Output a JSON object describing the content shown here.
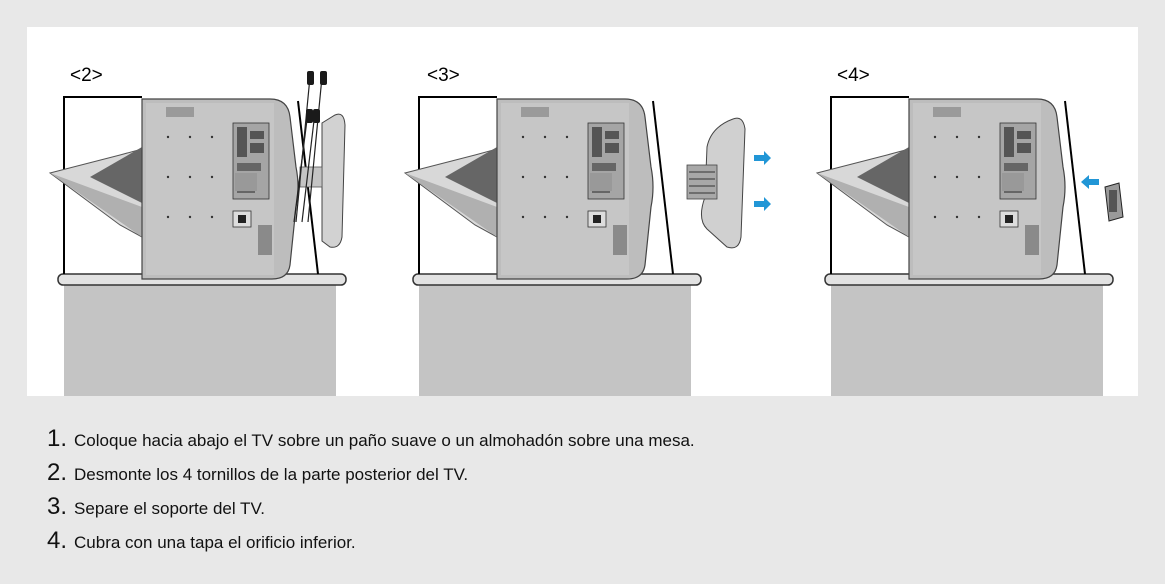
{
  "figure": {
    "panels": [
      {
        "label": "<2>",
        "action": "remove-screws"
      },
      {
        "label": "<3>",
        "action": "separate-stand"
      },
      {
        "label": "<4>",
        "action": "attach-cover"
      }
    ],
    "colors": {
      "page_background": "#e8e8e8",
      "panel_background": "#ffffff",
      "table": "#c4c4c4",
      "tv_back": "#bdbdbd",
      "arrow": "#2196d6"
    }
  },
  "instructions": [
    {
      "number": "1",
      "text": "Coloque hacia abajo el TV sobre un paño suave o un almohadón sobre una mesa."
    },
    {
      "number": "2",
      "text": "Desmonte los 4 tornillos de la parte posterior del TV."
    },
    {
      "number": "3",
      "text": "Separe el soporte del TV."
    },
    {
      "number": "4",
      "text": "Cubra con una tapa el orificio inferior."
    }
  ]
}
